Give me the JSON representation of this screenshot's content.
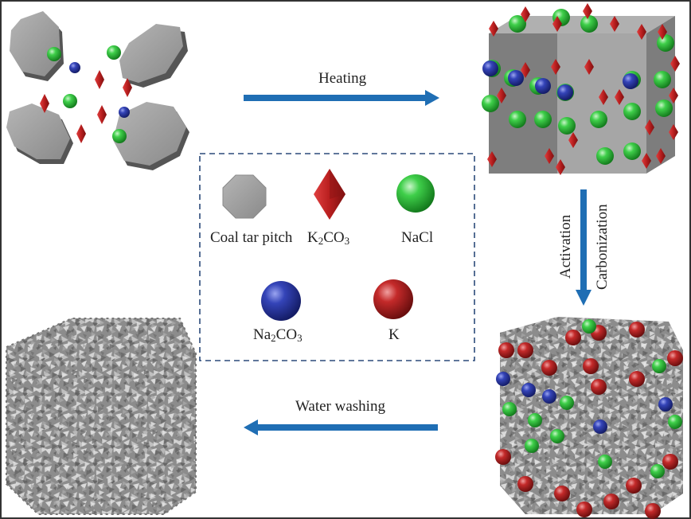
{
  "steps": {
    "heating": "Heating",
    "activation": "Activation",
    "carbonization": "Carbonization",
    "water_washing": "Water washing"
  },
  "legend": {
    "coal_tar_pitch": "Coal tar pitch",
    "k2co3": {
      "a": "K",
      "sub1": "2",
      "b": "CO",
      "sub2": "3"
    },
    "nacl": "NaCl",
    "na2co3": {
      "a": "Na",
      "sub1": "2",
      "b": "CO",
      "sub2": "3"
    },
    "k": "K"
  },
  "colors": {
    "arrow": "#1f6eb4",
    "pitch": "#9a9a9a",
    "k2co3": "#b52020",
    "nacl": "#2fb53a",
    "na2co3": "#2a3aa0",
    "k": "#b82222",
    "legend_border": "#2b4a7a",
    "frame": "#333333"
  },
  "icons": [
    "octagon-icon",
    "diamond-icon",
    "green-sphere-icon",
    "blue-sphere-icon",
    "red-sphere-icon"
  ]
}
